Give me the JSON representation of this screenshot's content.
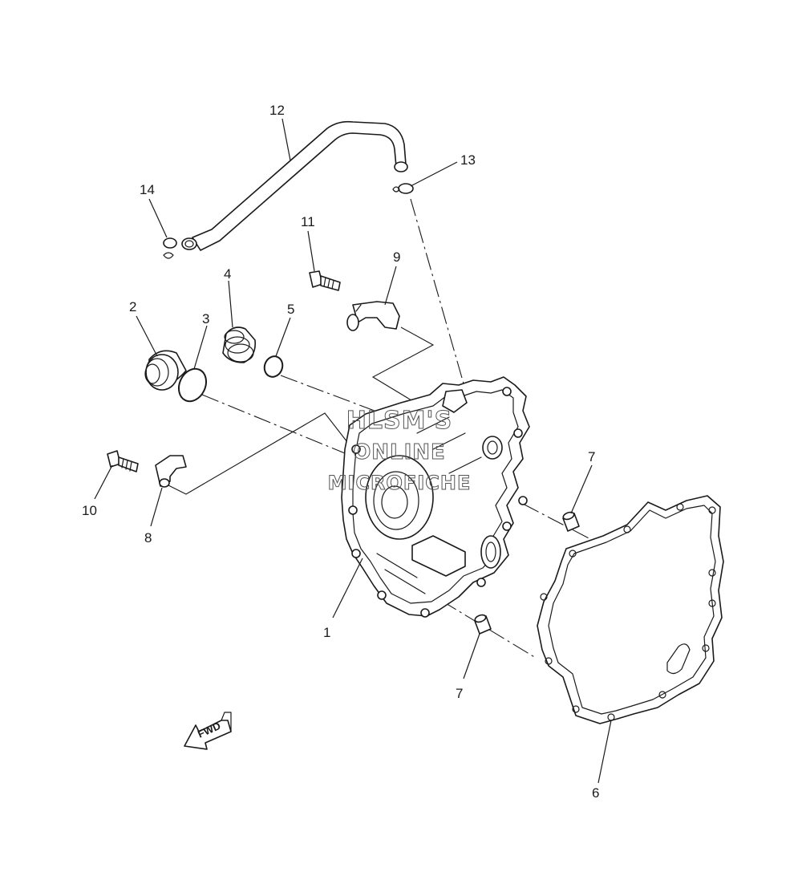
{
  "diagram": {
    "callouts": {
      "c1": "1",
      "c2": "2",
      "c3": "3",
      "c4": "4",
      "c5": "5",
      "c6": "6",
      "c7a": "7",
      "c7b": "7",
      "c8": "8",
      "c9": "9",
      "c10": "10",
      "c11": "11",
      "c12": "12",
      "c13": "13",
      "c14": "14"
    },
    "fwd_label": "FWD",
    "watermark": {
      "line1": "HLSM'S",
      "line2": "ONLINE",
      "line3": "MICROFICHE"
    },
    "parts": [
      "crankcase-cover",
      "plug",
      "o-ring",
      "plug",
      "o-ring",
      "gasket",
      "dowel-pin",
      "hose-guide",
      "hose-clamp-bracket",
      "bolt",
      "bolt",
      "breather-hose",
      "clip",
      "clip"
    ],
    "colors": {
      "line": "#1a1a1a",
      "background": "#ffffff",
      "watermark": "#555555"
    }
  }
}
